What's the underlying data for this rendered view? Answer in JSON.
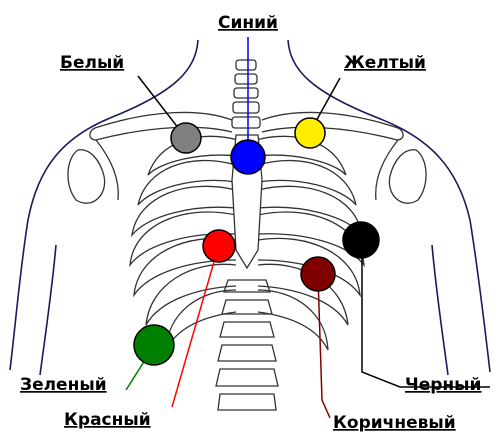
{
  "diagram": {
    "electrodes": [
      {
        "key": "blue",
        "label": "Синий",
        "color": "#0000ff",
        "label_color": "#0000cc"
      },
      {
        "key": "white",
        "label": "Белый",
        "color": "#808080",
        "label_color": "#808080"
      },
      {
        "key": "yellow",
        "label": "Желтый",
        "color": "#ffee00",
        "label_color": "#808000"
      },
      {
        "key": "red",
        "label": "Красный",
        "color": "#ff0000",
        "label_color": "#ff0000"
      },
      {
        "key": "black",
        "label": "Черный",
        "color": "#000000",
        "label_color": "#000000"
      },
      {
        "key": "brown",
        "label": "Коричневый",
        "color": "#800000",
        "label_color": "#800000"
      },
      {
        "key": "green",
        "label": "Зеленый",
        "color": "#008000",
        "label_color": "#008000"
      }
    ]
  }
}
